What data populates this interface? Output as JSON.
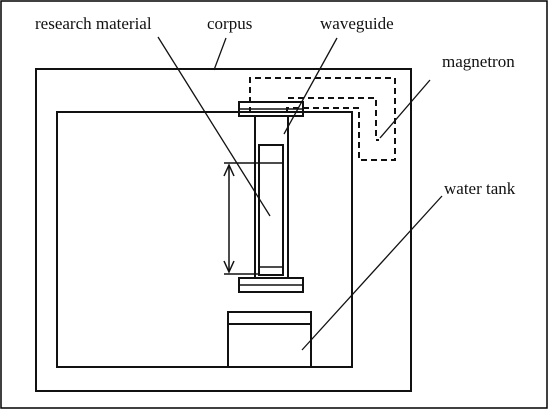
{
  "labels": {
    "research_material": "research material",
    "corpus": "corpus",
    "waveguide": "waveguide",
    "magnetron": "magnetron",
    "water_tank": "water tank"
  },
  "colors": {
    "ink": "#111111",
    "background": "#ffffff"
  }
}
